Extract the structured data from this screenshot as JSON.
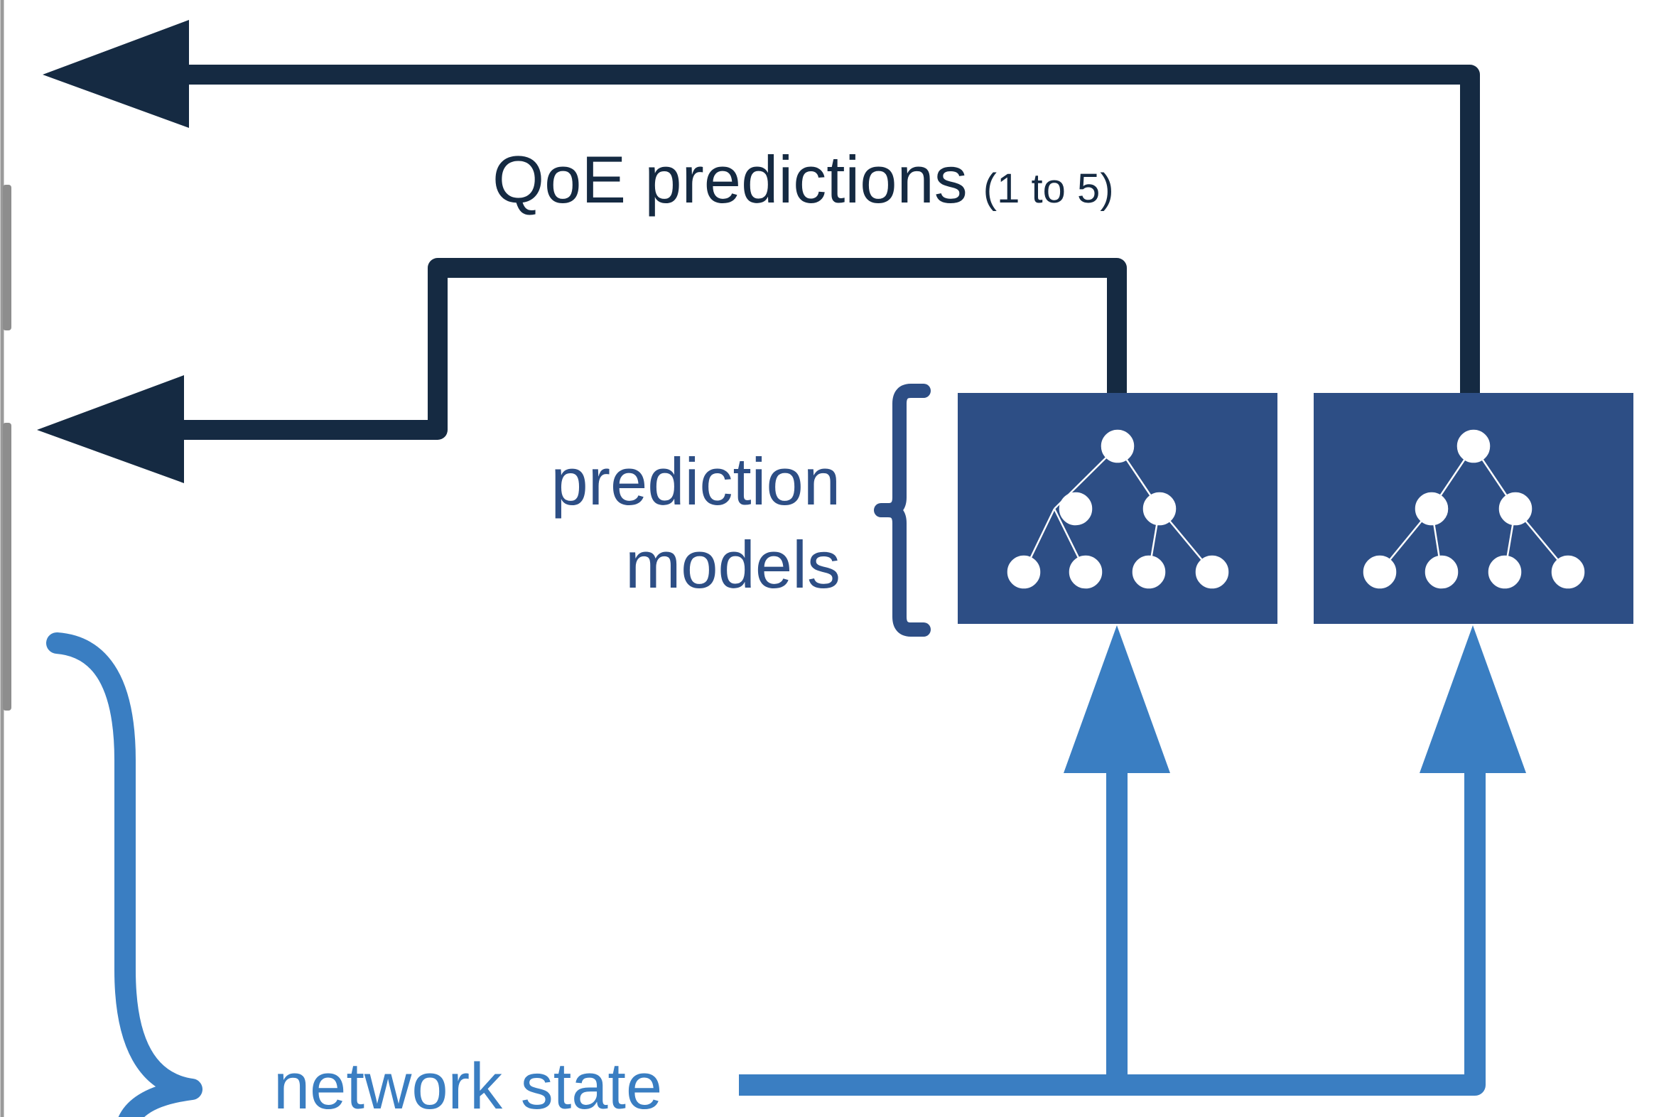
{
  "labels": {
    "qoe_predictions": "QoE predictions",
    "qoe_range": "(1 to 5)",
    "prediction_models_line1": "prediction",
    "prediction_models_line2": "models",
    "network_state": "network state"
  },
  "icons": {
    "model_icon": "decision-tree-icon",
    "output_arrow": "arrow-left-icon",
    "input_arrow": "arrow-up-icon"
  },
  "colors": {
    "output_arrows": "#152a42",
    "model_box": "#2d4e85",
    "input_arrows": "#3a7ec2",
    "tree_nodes": "#ffffff"
  }
}
